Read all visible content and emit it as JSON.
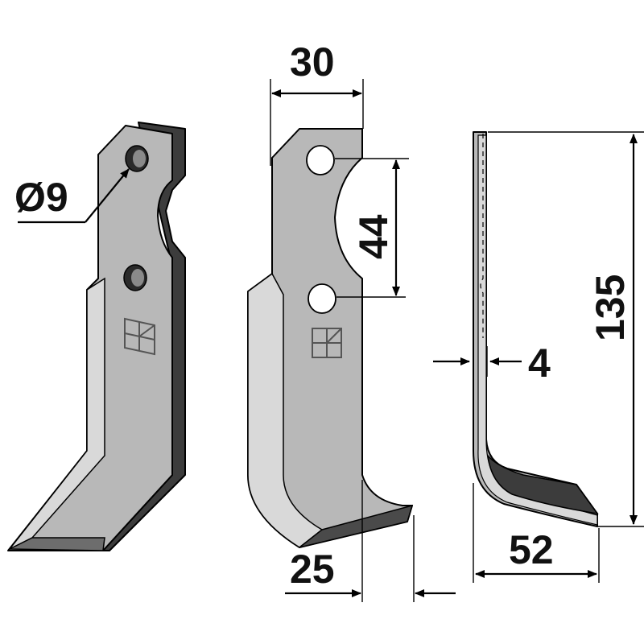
{
  "colors": {
    "steel_face": "#b8b8b8",
    "steel_edge": "#3c3c3c",
    "steel_bevel": "#d9d9d9",
    "steel_hole": "#2a2a2a",
    "hole_open": "#ffffff",
    "ink": "#000000"
  },
  "dimensions": {
    "hole_diameter": "Ø9",
    "width_top": "30",
    "hole_spacing": "44",
    "bottom_offset": "25",
    "thickness": "4",
    "height": "135",
    "foot_length": "52"
  },
  "marks": {
    "logo_icon": "factory-mark-icon"
  }
}
